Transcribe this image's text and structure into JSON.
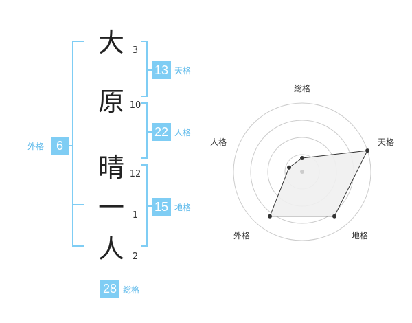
{
  "characters": [
    {
      "glyph": "大",
      "strokes": "3"
    },
    {
      "glyph": "原",
      "strokes": "10"
    },
    {
      "glyph": "晴",
      "strokes": "12"
    },
    {
      "glyph": "一",
      "strokes": "1"
    },
    {
      "glyph": "人",
      "strokes": "2"
    }
  ],
  "fortunes": {
    "tenkaku": {
      "value": "13",
      "label": "天格"
    },
    "jinkaku": {
      "value": "22",
      "label": "人格"
    },
    "chikaku": {
      "value": "15",
      "label": "地格"
    },
    "gaikaku": {
      "value": "6",
      "label": "外格"
    },
    "soukaku": {
      "value": "28",
      "label": "総格"
    }
  },
  "colors": {
    "bracket": "#7fcdf4",
    "badge": "#7fcdf4",
    "label": "#5ab8ea",
    "radar_fill": "#f0f0f0",
    "radar_stroke": "#333333",
    "ring": "#cccccc"
  },
  "chart_data": {
    "type": "radar",
    "axes": [
      "総格",
      "天格",
      "地格",
      "外格",
      "人格"
    ],
    "values": [
      0.2,
      1.0,
      0.8,
      0.8,
      0.2
    ],
    "range": [
      0,
      1
    ],
    "rings": 4
  }
}
